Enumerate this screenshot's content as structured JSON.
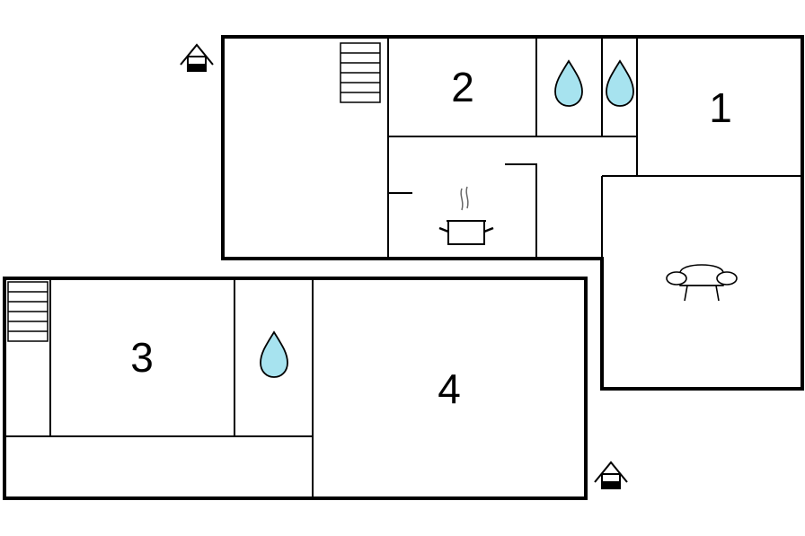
{
  "floorplan": {
    "rooms": [
      {
        "key": "room-1",
        "label": "1",
        "kind": "bedroom"
      },
      {
        "key": "room-2",
        "label": "2",
        "kind": "bedroom"
      },
      {
        "key": "room-3",
        "label": "3",
        "kind": "bedroom"
      },
      {
        "key": "room-4",
        "label": "4",
        "kind": "bedroom"
      }
    ],
    "icons": [
      {
        "key": "entrance-top",
        "name": "house-entrance-icon"
      },
      {
        "key": "entrance-bottom",
        "name": "house-entrance-icon"
      },
      {
        "key": "stairs-top",
        "name": "stairs-icon"
      },
      {
        "key": "stairs-bottom",
        "name": "stairs-icon"
      },
      {
        "key": "water-1",
        "name": "water-drop-icon"
      },
      {
        "key": "water-2",
        "name": "water-drop-icon"
      },
      {
        "key": "water-3",
        "name": "water-drop-icon"
      },
      {
        "key": "kitchen",
        "name": "cooking-pot-icon"
      },
      {
        "key": "living",
        "name": "sofa-icon"
      }
    ],
    "colors": {
      "wall": "#000000",
      "water": "#a7e3ef",
      "background": "#ffffff"
    }
  }
}
